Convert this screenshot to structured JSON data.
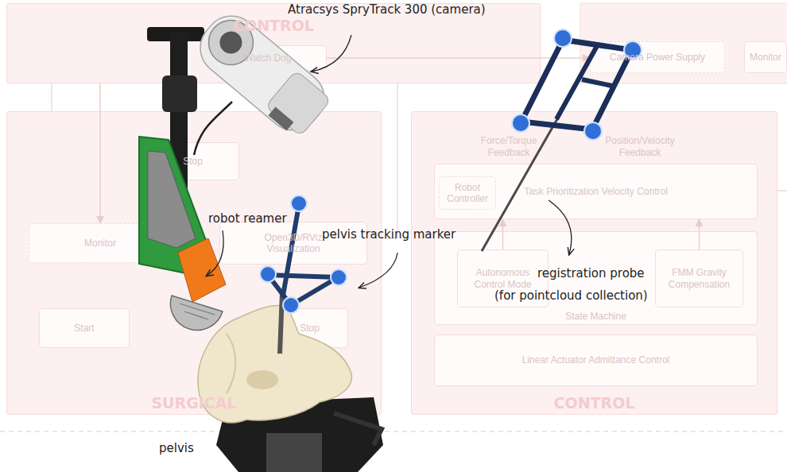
{
  "diagram": {
    "nodes": [
      {
        "text": [
          "CONTROL"
        ]
      },
      {
        "text": [
          "Watch Dog"
        ],
        "in": 0
      },
      {
        "text": [
          "Camera Power Supply"
        ]
      },
      {
        "text": [
          "Monitor"
        ]
      },
      {
        "text": [
          "SURGICAL"
        ]
      },
      {
        "text": [
          "Stop"
        ],
        "in": 4
      },
      {
        "text": [
          "Monitor"
        ],
        "in": 4
      },
      {
        "text": [
          "Open3D/RViz Visualization"
        ],
        "in": 4
      },
      {
        "text": [
          "Start"
        ],
        "in": 4
      },
      {
        "text": [
          "Stop"
        ],
        "in": 4
      },
      {
        "text": [
          "CONTROL"
        ]
      },
      {
        "text": [
          "Task Prioritization Velocity Control"
        ],
        "in": 10
      },
      {
        "text": [
          "Robot Controller"
        ],
        "in": 11
      },
      {
        "text": [
          "State Machine"
        ],
        "in": 10
      },
      {
        "text": [
          "Autonomous Control Mode"
        ],
        "in": 13
      },
      {
        "text": [
          "FMM Gravity Compensation"
        ],
        "in": 13
      },
      {
        "text": [
          "Linear Actuator Admittance Control"
        ],
        "in": 10
      }
    ],
    "edges": [
      {
        "from": 1,
        "to": 2,
        "arrow": "to"
      },
      {
        "from": 0,
        "to": 6,
        "arrow": "to"
      },
      {
        "from": 14,
        "to": 11,
        "arrow": "to"
      },
      {
        "from": 15,
        "to": 11,
        "arrow": "to"
      }
    ],
    "labels": [
      "Force/Torque Feedback",
      "Position/Velocity Feedback",
      "Atracsys SpryTrack 300 (camera)",
      "robot reamer",
      "pelvis tracking marker",
      "registration probe",
      "(for pointcloud collection)",
      "pelvis"
    ]
  }
}
